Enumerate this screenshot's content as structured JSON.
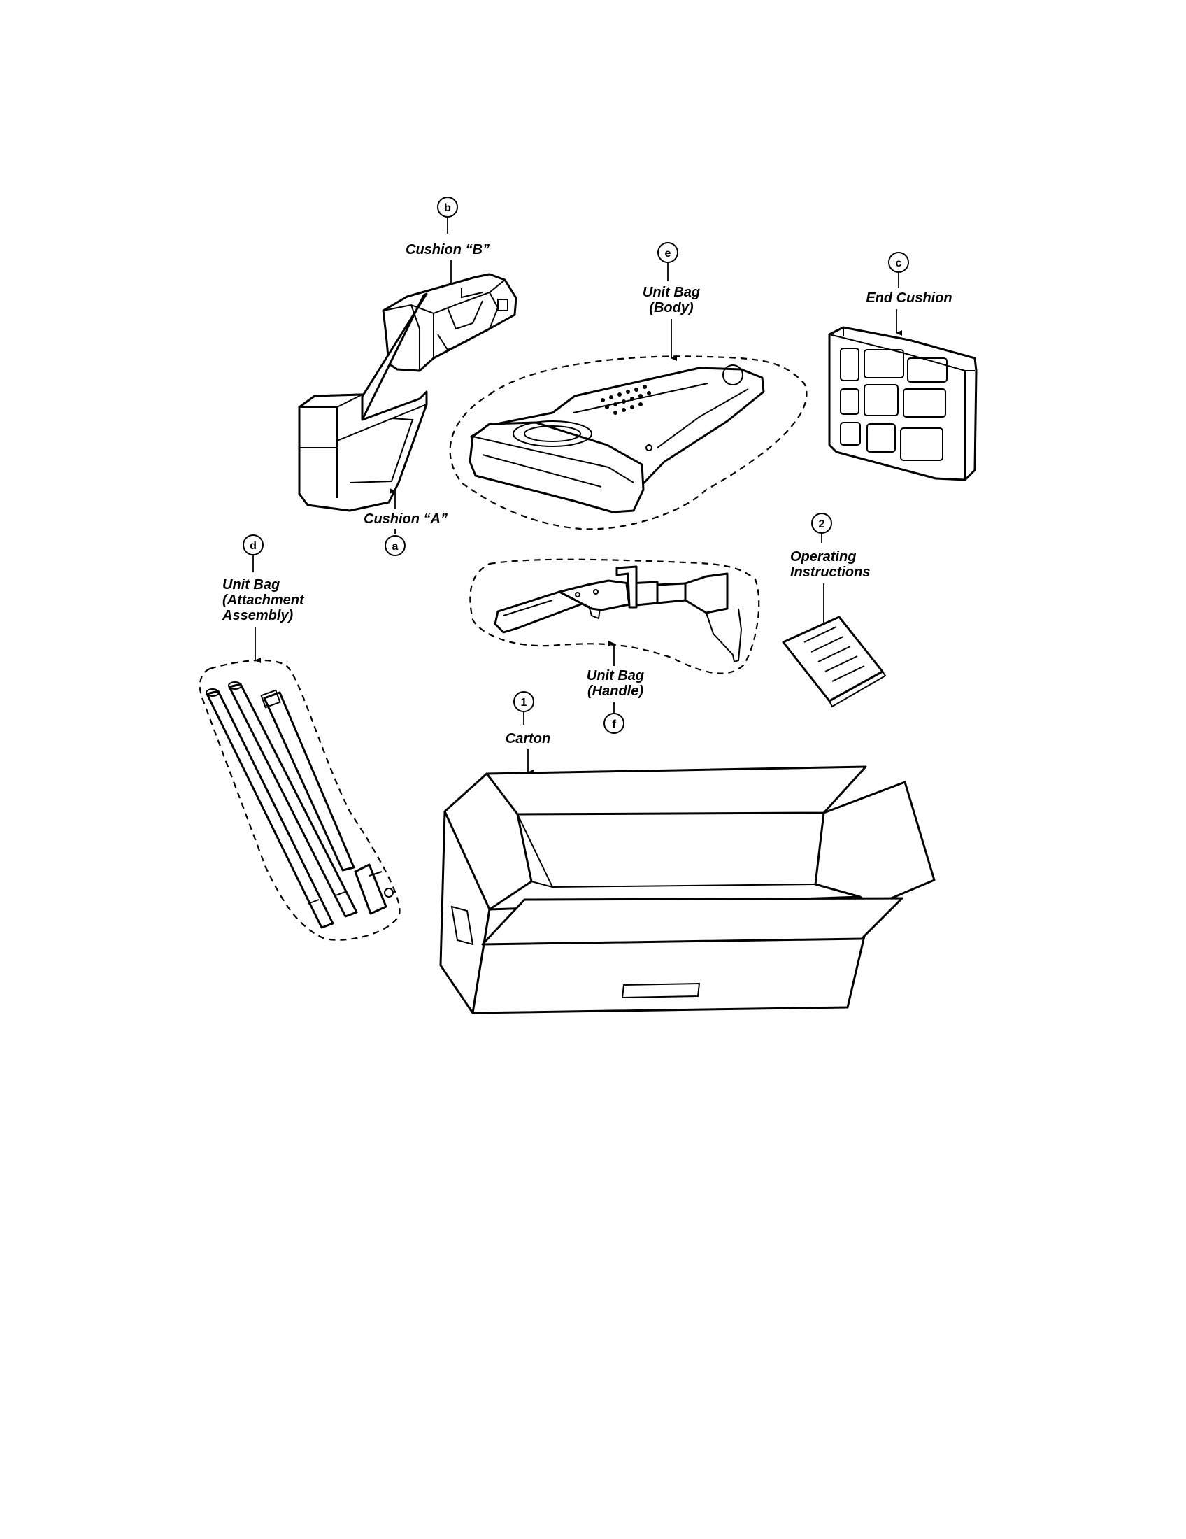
{
  "colors": {
    "ink": "#000000",
    "paper": "#ffffff"
  },
  "callouts": {
    "a": "a",
    "b": "b",
    "c": "c",
    "d": "d",
    "e": "e",
    "f": "f",
    "n1": "1",
    "n2": "2"
  },
  "labels": {
    "cushion_b": "Cushion “B”",
    "unit_bag_body_1": "Unit Bag",
    "unit_bag_body_2": "(Body)",
    "end_cushion": "End Cushion",
    "cushion_a": "Cushion “A”",
    "unit_bag_attach_1": "Unit Bag",
    "unit_bag_attach_2": "(Attachment",
    "unit_bag_attach_3": "Assembly)",
    "operating_1": "Operating",
    "operating_2": "Instructions",
    "unit_bag_handle_1": "Unit Bag",
    "unit_bag_handle_2": "(Handle)",
    "carton": "Carton"
  }
}
